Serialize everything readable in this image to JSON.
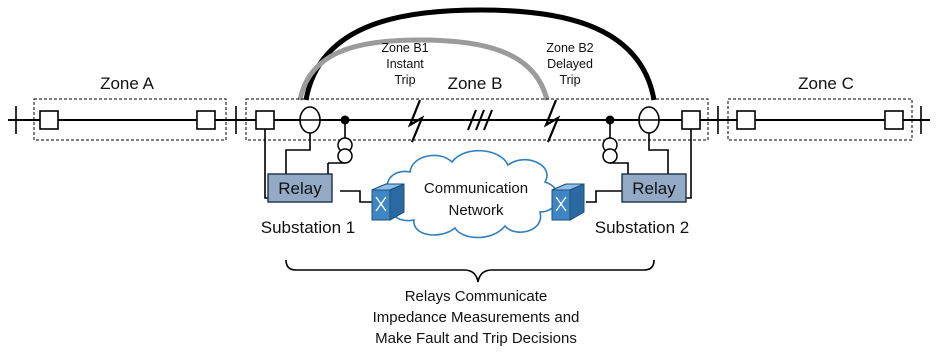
{
  "zones": {
    "a": "Zone A",
    "b": "Zone B",
    "c": "Zone C"
  },
  "zone_b1": [
    "Zone B1",
    "Instant",
    "Trip"
  ],
  "zone_b2": [
    "Zone B2",
    "Delayed",
    "Trip"
  ],
  "relays": {
    "left": "Relay",
    "right": "Relay"
  },
  "substations": {
    "left": "Substation 1",
    "right": "Substation 2"
  },
  "network": [
    "Communication",
    "Network"
  ],
  "caption": [
    "Relays Communicate",
    "Impedance Measurements and",
    "Make Fault and Trip Decisions"
  ],
  "colors": {
    "relay_fill": "#93aac7",
    "arc_instant": "#9b9b9b",
    "arc_delayed": "#000000",
    "router_fill": "#4a8fc9"
  },
  "icons": [
    "router-icon",
    "current-transformer-icon",
    "voltage-transformer-icon",
    "fault-icon",
    "breaker-icon"
  ]
}
